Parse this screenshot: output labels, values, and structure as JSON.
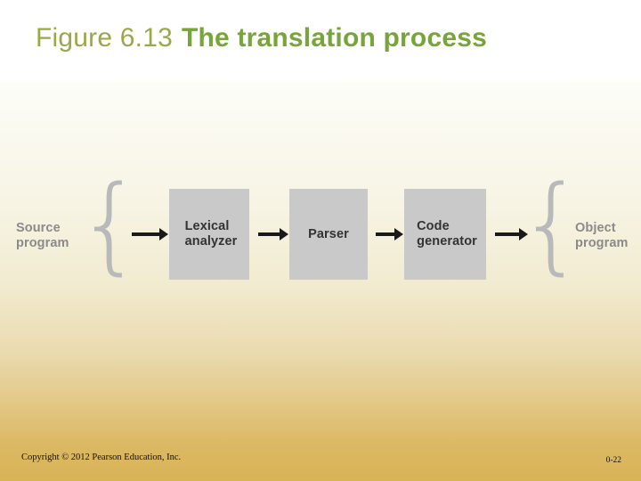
{
  "slide": {
    "title_figure": "Figure 6.13",
    "title_main": "The translation process",
    "accent_color": "#77a53a",
    "figure_label_color": "#8a8a8a",
    "box_fill": "#c9c9c9"
  },
  "figure": {
    "left_brace": "{",
    "right_brace": "{",
    "source_label": "Source\nprogram",
    "object_label": "Object\nprogram",
    "boxes": [
      {
        "name": "lexical-analyzer",
        "label": "Lexical\nanalyzer"
      },
      {
        "name": "parser",
        "label": "Parser"
      },
      {
        "name": "code-generator",
        "label": "Code\ngenerator"
      }
    ],
    "arrows": [
      "arrow-1",
      "arrow-2",
      "arrow-3",
      "arrow-4"
    ]
  },
  "footer": {
    "copyright": "Copyright © 2012 Pearson Education, Inc.",
    "page": "0-22"
  }
}
